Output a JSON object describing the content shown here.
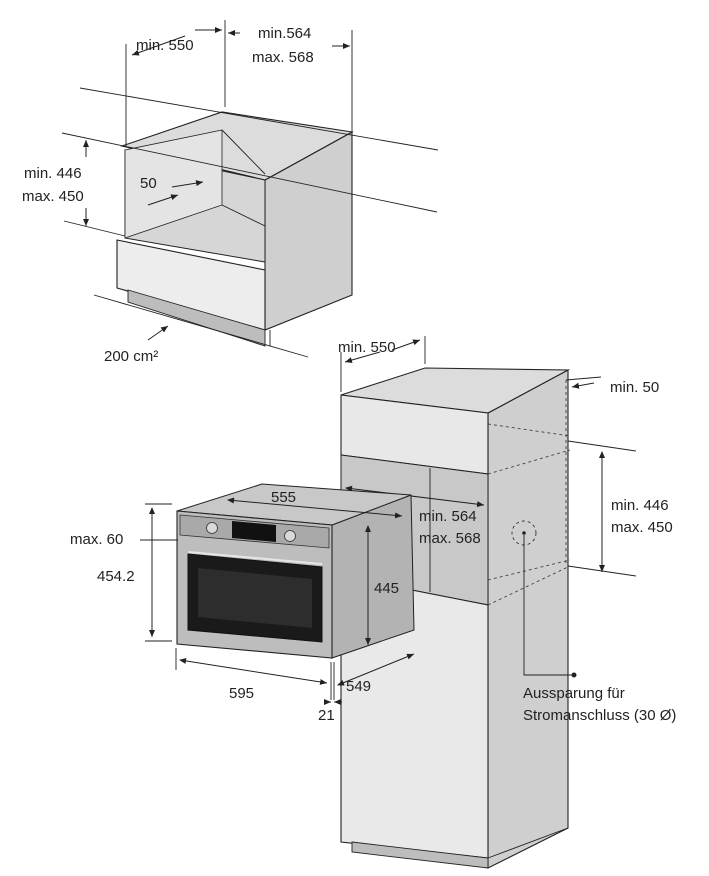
{
  "colors": {
    "cabinet_front": "#e9e9e9",
    "cabinet_side": "#cfcfcf",
    "cabinet_top": "#dcdcdc",
    "oven_steel": "#bdbdbd",
    "oven_glass": "#1a1a1a",
    "line": "#222222"
  },
  "under_counter": {
    "width_min": "min. 550",
    "depth_min": "min.564",
    "depth_max": "max. 568",
    "height_min": "min. 446",
    "height_max": "max. 450",
    "gap": "50",
    "ventilation": "200 cm²"
  },
  "tall_cabinet": {
    "width_min": "min. 550",
    "side_gap": "min. 50",
    "height_min": "min. 446",
    "height_max": "max. 450",
    "depth_min": "min. 564",
    "depth_max": "max. 568",
    "socket_label_line1": "Aussparung für",
    "socket_label_line2": "Stromanschluss (30 Ø)"
  },
  "oven": {
    "front_overhang_max": "max. 60",
    "front_height": "454.2",
    "body_width": "555",
    "body_height": "445",
    "front_width": "595",
    "body_depth": "549",
    "front_thickness": "21"
  }
}
